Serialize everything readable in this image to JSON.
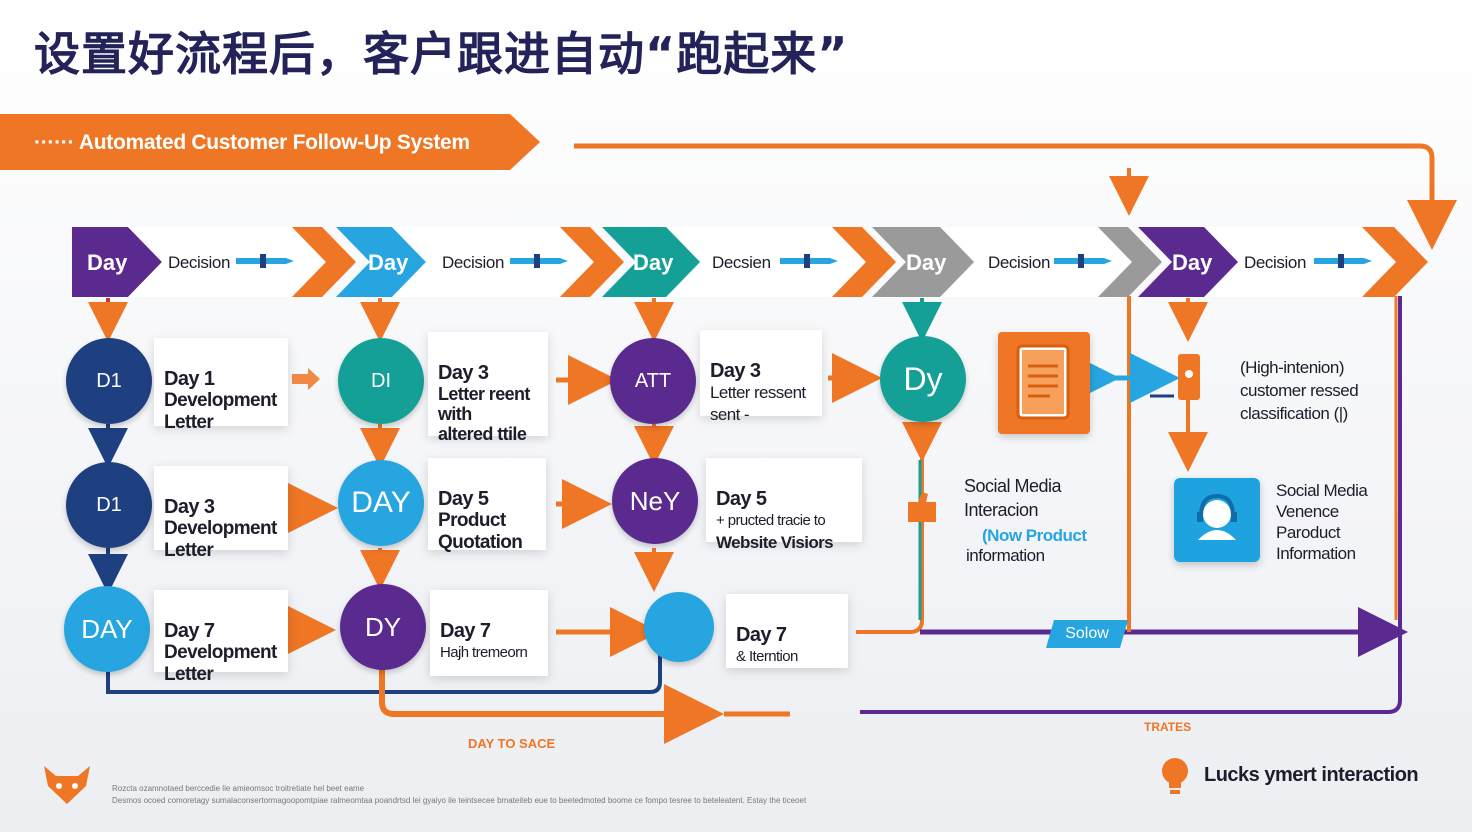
{
  "title": "设置好流程后，客户跟进自动“跑起来”",
  "banner": "······ Automated Customer Follow-Up System",
  "colors": {
    "orange": "#ee7625",
    "purple": "#5b2a8f",
    "blue": "#27a5e0",
    "teal": "#14a096",
    "navy": "#1e3f80",
    "gray": "#999999"
  },
  "chevrons": [
    {
      "day": "Day",
      "decision": "Decision"
    },
    {
      "day": "Day",
      "decision": "Decision"
    },
    {
      "day": "Day",
      "decision": "Decsien"
    },
    {
      "day": "Day",
      "decision": "Decision"
    },
    {
      "day": "Day",
      "decision": "Decision"
    }
  ],
  "circles": {
    "c1_1": "D1",
    "c1_2": "D1",
    "c1_3": "DAY",
    "c2_1": "DI",
    "c2_2": "DAY",
    "c2_3": "DY",
    "c3_1": "ATT",
    "c3_2": "NeY",
    "c3_3": "",
    "c4_1": "Dy"
  },
  "cards": {
    "r1c1": {
      "h": "Day 1",
      "b": "Development\nLetter"
    },
    "r1c2": {
      "h": "Day 3",
      "b": "Letter reent\nwith\naltered ttile"
    },
    "r1c3": {
      "h": "Day 3",
      "n": "Letter ressent\nsent  -"
    },
    "r2c1": {
      "h": "Day 3",
      "b": "Development\nLetter"
    },
    "r2c2": {
      "h": "Day 5",
      "b": "Product\nQuotation"
    },
    "r2c3": {
      "h": "Day 5",
      "n": "+  pructed tracie to",
      "b": "Website Visiors"
    },
    "r3c1": {
      "h": "Day 7",
      "b": "Development\nLetter"
    },
    "r3c2": {
      "h": "Day 7",
      "n": "Hajh tremeorn"
    },
    "r3c3": {
      "h": "Day 7",
      "n": "& Iterntion"
    }
  },
  "social1": {
    "title": "Social Media\nInteracion",
    "sub": "(Now Product",
    "sub2": "information"
  },
  "social2": {
    "title": "Social Media\n  Venence\nParoduct\nInformation"
  },
  "high_intention": "(High-intenion)\ncustomer ressed\nclassification (|)",
  "solow": "Solow",
  "day_to_sace": "DAY TO SACE",
  "trates": "TRATES",
  "bottom_right": "Lucks ymert interaction",
  "footnote1": "Rozcta ozamnotaed berccedie lie amieomsoc troitretiate hel beet eame",
  "footnote2": "Desmos ocoed comoretagy sumalaconsertormagoopomtpiae ralmeomtaa poandrtsd lei gyaiyo ile teintsecee bmateiteb eue to beetedmoted boome ce fompo tesree to beteleatent. Estay the ticeoet"
}
